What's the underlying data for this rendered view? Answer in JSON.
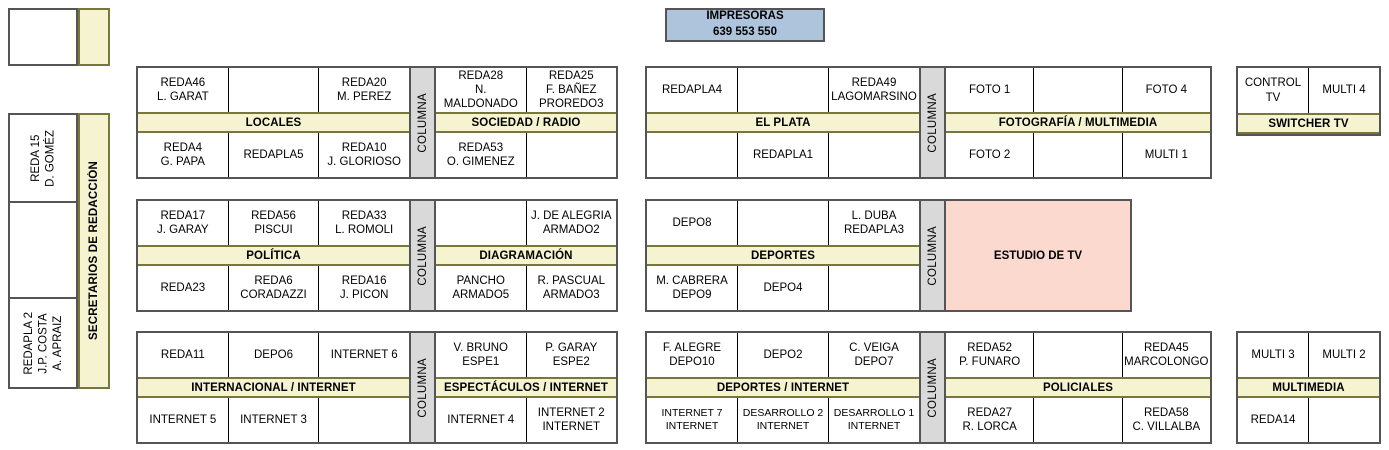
{
  "printers": {
    "name": "IMPRESORAS",
    "ids": "639   553   550",
    "color": "#aec4dd"
  },
  "sidebar": {
    "label": "SECRETARIOS DE REDACCIÓN",
    "top_empty_box": "",
    "cells": [
      "REDA 15\nD. GOMÉZ",
      "",
      "REDAPLA 2\nJ.P. COSTA\nA. APRAIZ"
    ]
  },
  "columna_label": "COLUMNA",
  "studio": {
    "label": "ESTUDIO DE TV",
    "color": "#fbd9cf"
  },
  "blocks": [
    {
      "id": "locales",
      "label": "LOCALES",
      "top": [
        "REDA46\nL. GARAT",
        "",
        "REDA20\nM. PEREZ"
      ],
      "bottom": [
        "REDA4\nG. PAPA",
        "REDAPLA5",
        "REDA10\nJ. GLORIOSO"
      ]
    },
    {
      "id": "sociedad-radio",
      "label": "SOCIEDAD / RADIO",
      "top": [
        "REDA28\nN. MALDONADO",
        "REDA25\nF. BAÑEZ\nPROREDO3"
      ],
      "bottom": [
        "REDA53\nO. GIMENEZ",
        ""
      ]
    },
    {
      "id": "el-plata",
      "label": "EL PLATA",
      "top": [
        "REDAPLA4",
        "",
        "REDA49\nLAGOMARSINO"
      ],
      "bottom": [
        "",
        "REDAPLA1",
        ""
      ]
    },
    {
      "id": "fotografia-multimedia",
      "label": "FOTOGRAFÍA / MULTIMEDIA",
      "top": [
        "FOTO 1",
        "",
        "FOTO 4"
      ],
      "bottom": [
        "FOTO 2",
        "",
        "MULTI 1"
      ]
    },
    {
      "id": "switcher-tv",
      "label": "SWITCHER TV",
      "top": [
        "CONTROL TV",
        "MULTI 4"
      ],
      "bottom": null
    },
    {
      "id": "politica",
      "label": "POLÍTICA",
      "top": [
        "REDA17\nJ. GARAY",
        "REDA56\nPISCUI",
        "REDA33\nL. ROMOLI"
      ],
      "bottom": [
        "REDA23",
        "REDA6\nCORADAZZI",
        "REDA16\nJ. PICON"
      ]
    },
    {
      "id": "diagramacion",
      "label": "DIAGRAMACIÓN",
      "top": [
        "",
        "J. DE ALEGRIA\nARMADO2"
      ],
      "bottom": [
        "PANCHO\nARMADO5",
        "R. PASCUAL\nARMADO3"
      ]
    },
    {
      "id": "deportes",
      "label": "DEPORTES",
      "top": [
        "DEPO8",
        "",
        "L. DUBA\nREDAPLA3"
      ],
      "bottom": [
        "M. CABRERA\nDEPO9",
        "DEPO4",
        ""
      ]
    },
    {
      "id": "internacional-internet",
      "label": "INTERNACIONAL / INTERNET",
      "top": [
        "REDA11",
        "DEPO6",
        "INTERNET 6"
      ],
      "bottom": [
        "INTERNET 5",
        "INTERNET 3",
        ""
      ]
    },
    {
      "id": "espectaculos-internet",
      "label": "ESPECTÁCULOS / INTERNET",
      "top": [
        "V. BRUNO\nESPE1",
        "P. GARAY\nESPE2"
      ],
      "bottom": [
        "INTERNET 4",
        "INTERNET 2\nINTERNET"
      ]
    },
    {
      "id": "deportes-internet",
      "label": "DEPORTES / INTERNET",
      "top": [
        "F. ALEGRE\nDEPO10",
        "DEPO2",
        "C. VEIGA\nDEPO7"
      ],
      "bottom": [
        "INTERNET 7\nINTERNET",
        "DESARROLLO 2\nINTERNET",
        "DESARROLLO 1\nINTERNET"
      ]
    },
    {
      "id": "policiales",
      "label": "POLICIALES",
      "top": [
        "REDA52\nP. FUNARO",
        "",
        "REDA45\nMARCOLONGO"
      ],
      "bottom": [
        "REDA27\nR. LORCA",
        "",
        "REDA58\nC. VILLALBA"
      ]
    },
    {
      "id": "multimedia",
      "label": "MULTIMEDIA",
      "top": [
        "MULTI 3",
        "MULTI 2"
      ],
      "bottom": [
        "REDA14",
        ""
      ]
    }
  ]
}
